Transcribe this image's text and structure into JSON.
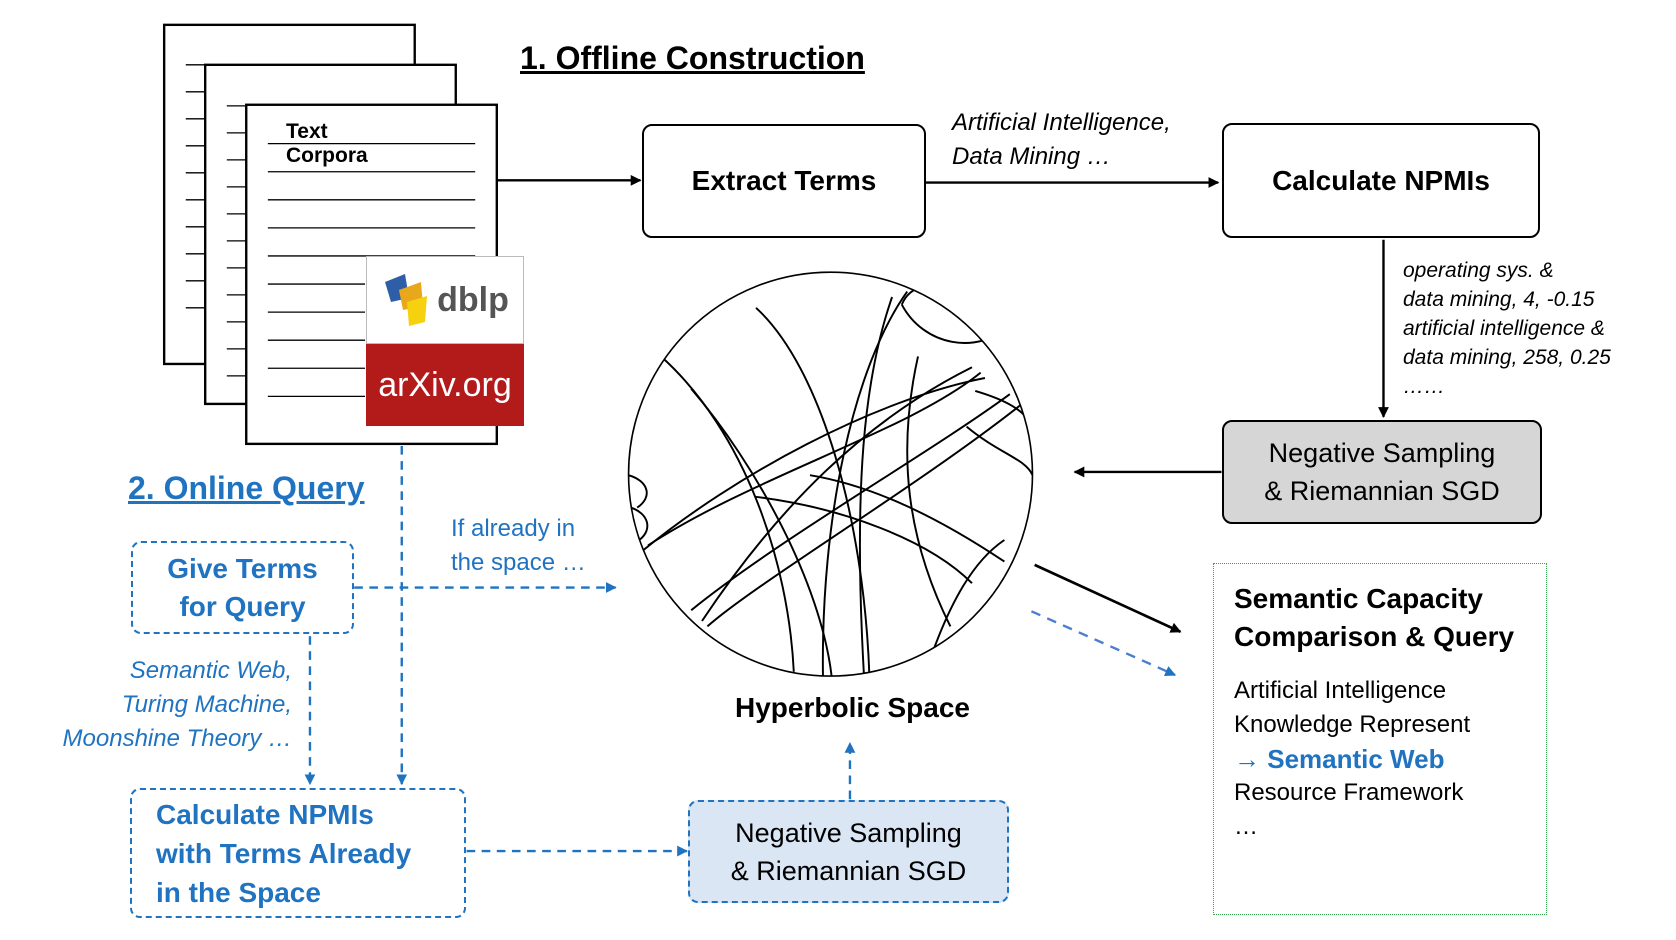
{
  "headings": {
    "offline": "1. Offline Construction",
    "online": "2. Online Query"
  },
  "corpus": {
    "title": "Text Corpora",
    "dblp_logo": "dblp",
    "arxiv_logo": "arXiv.org"
  },
  "boxes": {
    "extract_terms": "Extract Terms",
    "calculate_npmis": "Calculate NPMIs",
    "neg_sampling_offline": [
      "Negative Sampling",
      "& Riemannian SGD"
    ],
    "give_terms": [
      "Give Terms",
      "for Query"
    ],
    "calc_npmis_online": [
      "Calculate NPMIs",
      "with Terms Already",
      "in the Space"
    ],
    "neg_sampling_online": [
      "Negative Sampling",
      "& Riemannian SGD"
    ]
  },
  "annotations": {
    "extracted_terms": [
      "Artificial Intelligence,",
      "Data Mining …"
    ],
    "npmi_values": [
      "operating sys. &",
      "data mining, 4, -0.15",
      "artificial intelligence &",
      "data mining, 258, 0.25",
      "……"
    ],
    "if_in_space": [
      "If already in",
      "the space …"
    ],
    "query_terms": [
      "Semantic Web,",
      "Turing Machine,",
      "Moonshine Theory …"
    ]
  },
  "hyperbolic_space_label": "Hyperbolic Space",
  "result": {
    "title": [
      "Semantic Capacity",
      "Comparison & Query"
    ],
    "items": [
      "Artificial Intelligence",
      "Knowledge Represent"
    ],
    "highlight": "→ Semantic Web",
    "rest": [
      "Resource Framework",
      "…"
    ]
  },
  "colors": {
    "accent_blue": "#1f73c0",
    "gray_box": "#d6d6d6",
    "light_blue_box": "#dbe6f4",
    "arxiv_red": "#b31b1b"
  }
}
